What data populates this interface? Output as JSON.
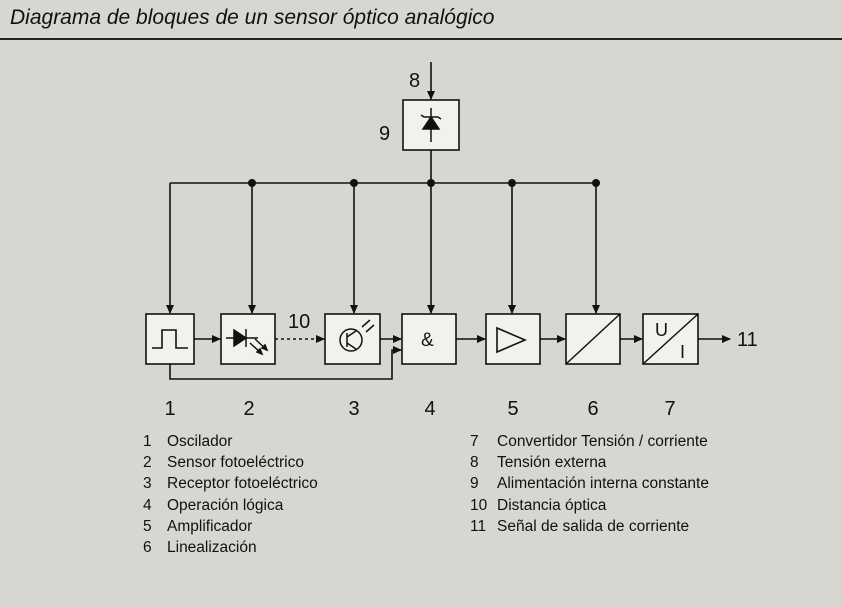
{
  "title": "Diagrama de bloques de un sensor óptico analógico",
  "callouts": {
    "external_voltage": "8",
    "internal_supply": "9",
    "optical_distance": "10",
    "output_signal": "11"
  },
  "blocks": [
    {
      "num": "1",
      "icon": "square-wave-icon",
      "function": "oscillator"
    },
    {
      "num": "2",
      "icon": "led-emitter-icon",
      "function": "photoelectric-sensor"
    },
    {
      "num": "3",
      "icon": "phototransistor-icon",
      "function": "photoelectric-receiver"
    },
    {
      "num": "4",
      "icon": "and-gate-symbol",
      "symbol": "&",
      "function": "logic-operation"
    },
    {
      "num": "5",
      "icon": "amplifier-triangle-icon",
      "function": "amplifier"
    },
    {
      "num": "6",
      "icon": "linearizer-icon",
      "function": "linearization"
    },
    {
      "num": "7",
      "icon": "voltage-current-converter-icon",
      "symbol_top": "U",
      "symbol_bottom": "I",
      "function": "voltage-current-converter"
    }
  ],
  "legend_left": [
    {
      "num": "1",
      "text": "Oscilador"
    },
    {
      "num": "2",
      "text": "Sensor fotoeléctrico"
    },
    {
      "num": "3",
      "text": "Receptor fotoeléctrico"
    },
    {
      "num": "4",
      "text": "Operación lógica"
    },
    {
      "num": "5",
      "text": "Amplificador"
    },
    {
      "num": "6",
      "text": "Linealización"
    }
  ],
  "legend_right": [
    {
      "num": "7",
      "text": "Convertidor Tensión / corriente"
    },
    {
      "num": "8",
      "text": "Tensión externa"
    },
    {
      "num": "9",
      "text": "Alimentación interna constante"
    },
    {
      "num": "10",
      "text": "Distancia óptica"
    },
    {
      "num": "11",
      "text": "Señal de salida de corriente"
    }
  ]
}
